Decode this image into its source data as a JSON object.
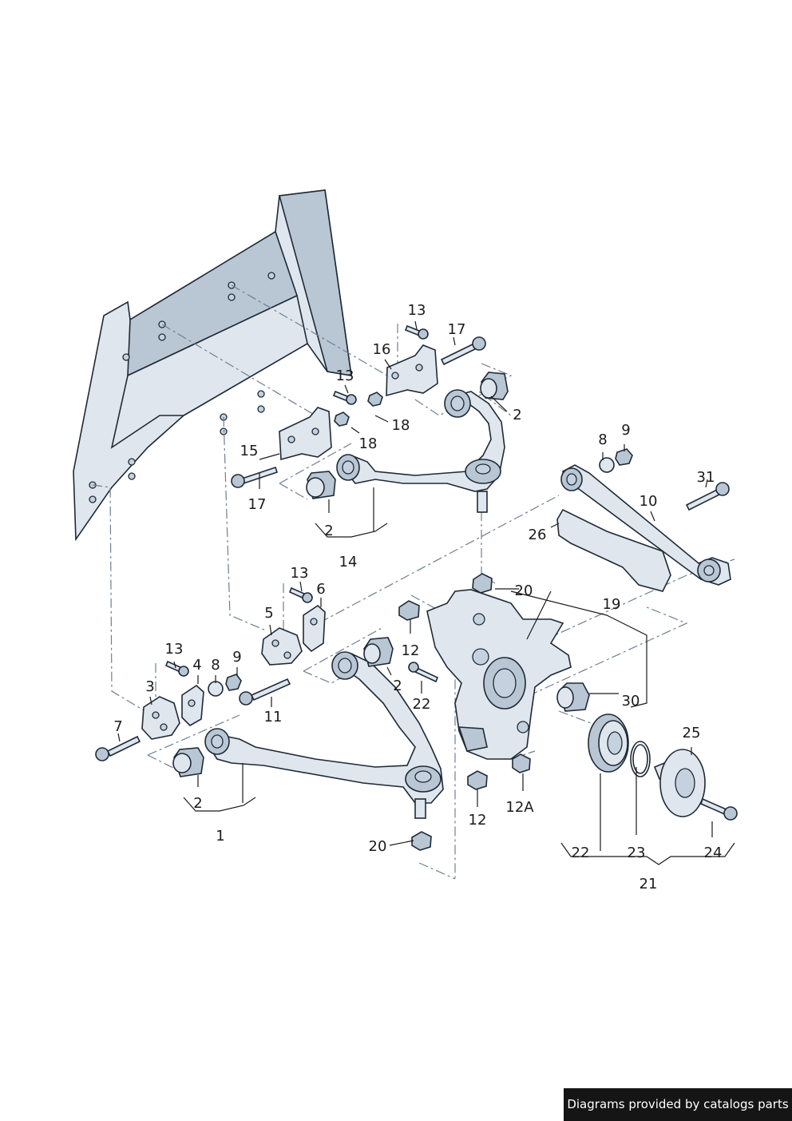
{
  "callouts": {
    "c1": "1",
    "c2a": "2",
    "c2b": "2",
    "c2c": "2",
    "c2d": "2",
    "c3": "3",
    "c4": "4",
    "c5": "5",
    "c6": "6",
    "c7": "7",
    "c8a": "8",
    "c8b": "8",
    "c9a": "9",
    "c9b": "9",
    "c10": "10",
    "c11": "11",
    "c12a": "12",
    "c12b": "12",
    "c12A": "12A",
    "c13a": "13",
    "c13b": "13",
    "c13c": "13",
    "c13d": "13",
    "c14": "14",
    "c15": "15",
    "c16": "16",
    "c17a": "17",
    "c17b": "17",
    "c18a": "18",
    "c18b": "18",
    "c19": "19",
    "c20a": "20",
    "c20b": "20",
    "c21": "21",
    "c22a": "22",
    "c22b": "22",
    "c23": "23",
    "c24": "24",
    "c25": "25",
    "c26": "26",
    "c30": "30",
    "c31": "31"
  },
  "credit": "Diagrams provided by catalogs parts",
  "colors": {
    "part": "#dfe6ee",
    "outline": "#1e2a36",
    "dash": "#6e7f92"
  }
}
